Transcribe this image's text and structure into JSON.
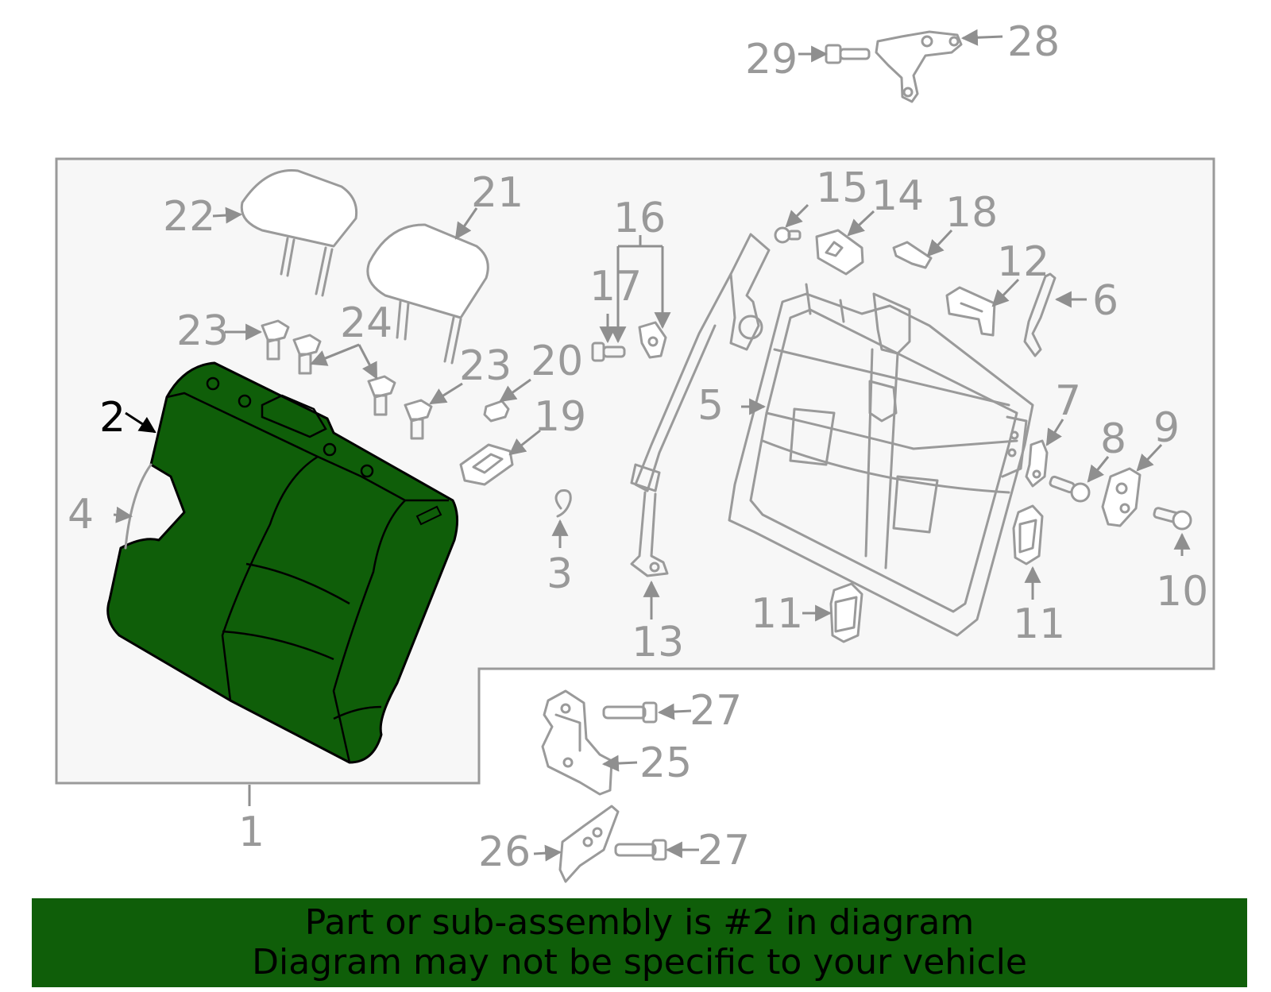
{
  "colors": {
    "highlight_fill": "#0f5e09",
    "line_gray": "#9a9a9a",
    "panel_bg": "#f7f7f7",
    "banner_bg": "#0f5e09",
    "text_gray": "#999999",
    "text_black": "#000000"
  },
  "callouts": {
    "c1": "1",
    "c2": "2",
    "c3": "3",
    "c4": "4",
    "c5": "5",
    "c6": "6",
    "c7": "7",
    "c8": "8",
    "c9": "9",
    "c10": "10",
    "c11a": "11",
    "c11b": "11",
    "c12": "12",
    "c13": "13",
    "c14": "14",
    "c15": "15",
    "c16": "16",
    "c17": "17",
    "c18": "18",
    "c19": "19",
    "c20": "20",
    "c21": "21",
    "c22": "22",
    "c23a": "23",
    "c23b": "23",
    "c24": "24",
    "c25": "25",
    "c26": "26",
    "c27a": "27",
    "c27b": "27",
    "c28": "28",
    "c29": "29"
  },
  "banner": {
    "line1": "Part or sub-assembly is #2 in diagram",
    "line2": "Diagram may not be specific to your vehicle"
  }
}
